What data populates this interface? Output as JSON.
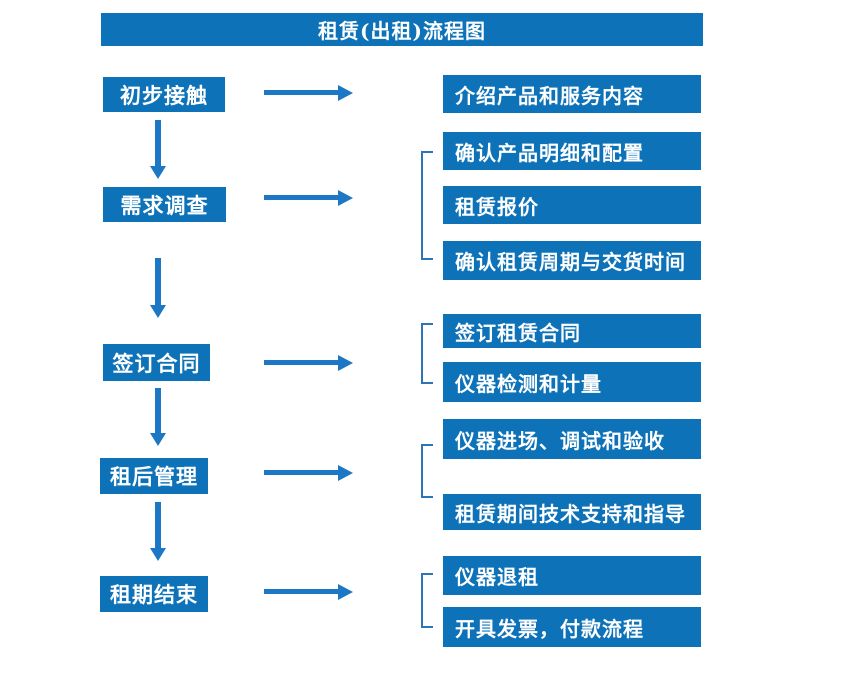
{
  "title": "租赁(出租)流程图",
  "colors": {
    "box_blue": "#0E72B9",
    "arrow_blue": "#1C77C4",
    "bracket_blue": "#2E75B6",
    "text_white": "#FFFFFF"
  },
  "stages": [
    {
      "label": "初步接触",
      "details": [
        "介绍产品和服务内容"
      ]
    },
    {
      "label": "需求调查",
      "details": [
        "确认产品明细和配置",
        "租赁报价",
        "确认租赁周期与交货时间"
      ]
    },
    {
      "label": "签订合同",
      "details": [
        "签订租赁合同",
        "仪器检测和计量"
      ]
    },
    {
      "label": "租后管理",
      "details": [
        "仪器进场、调试和验收",
        "租赁期间技术支持和指导"
      ]
    },
    {
      "label": "租期结束",
      "details": [
        "仪器退租",
        "开具发票，付款流程"
      ]
    }
  ]
}
